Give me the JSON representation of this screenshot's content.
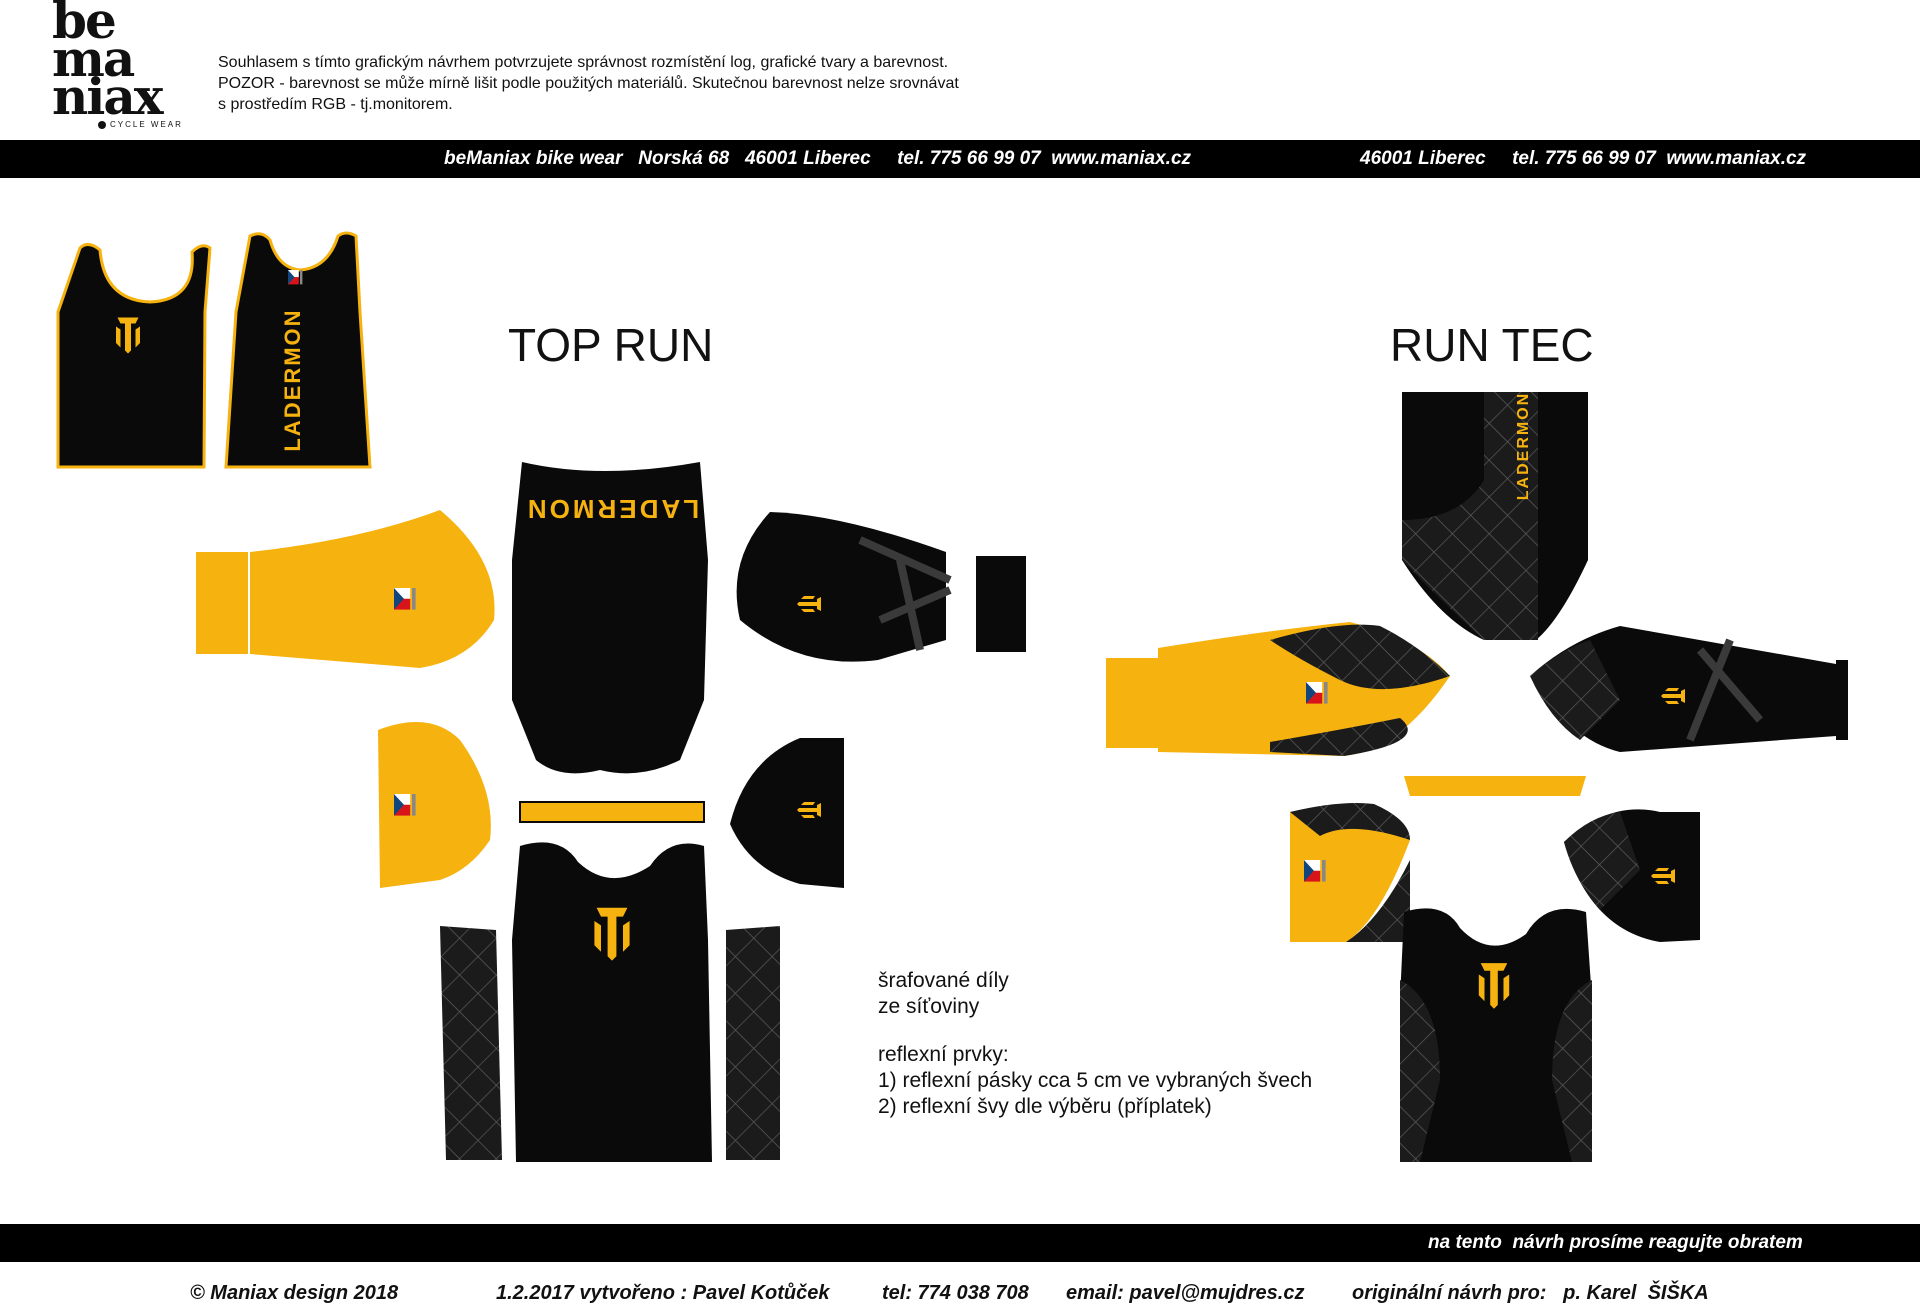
{
  "header": {
    "logo_lines": [
      "be",
      "ma",
      "niax"
    ],
    "logo_sub": "CYCLE WEAR",
    "notice_lines": [
      "Souhlasem s tímto grafickým návrhem potvrzujete správnost rozmístění log, grafické tvary a barevnost.",
      "POZOR - barevnost se může mírně lišit podle použitých materiálů. Skutečnou barevnost nelze srovnávat",
      "s prostředím RGB - tj.monitorem."
    ]
  },
  "top_bar": {
    "left_text": "beManiax bike wear   Norská 68   46001 Liberec     tel. 775 66 99 07  www.maniax.cz",
    "right_text": "46001 Liberec     tel. 775 66 99 07  www.maniax.cz"
  },
  "designs": {
    "left_title": "TOP RUN",
    "right_title": "RUN TEC",
    "brand_text": "LADERMON"
  },
  "notes": {
    "mesh_lines": [
      "šrafované díly",
      "ze síťoviny"
    ],
    "reflex_title": "reflexní prvky:",
    "reflex_items": [
      "1) reflexní pásky cca 5 cm ve vybraných švech",
      "2) reflexní švy dle výběru (příplatek)"
    ]
  },
  "footer": {
    "bar_text": "na tento  návrh prosíme reagujte obratem",
    "copyright": "© Maniax design 2018",
    "created": "1.2.2017 vytvořeno : Pavel Kotůček",
    "phone": "tel: 774 038 708",
    "email": "email: pavel@mujdres.cz",
    "original_for": "originální návrh pro:   p. Karel  ŠIŠKA"
  },
  "colors": {
    "yellow": "#f6b20f",
    "black": "#0a0a0a",
    "mesh": "#2a2a2a",
    "mesh_line": "#555555"
  }
}
